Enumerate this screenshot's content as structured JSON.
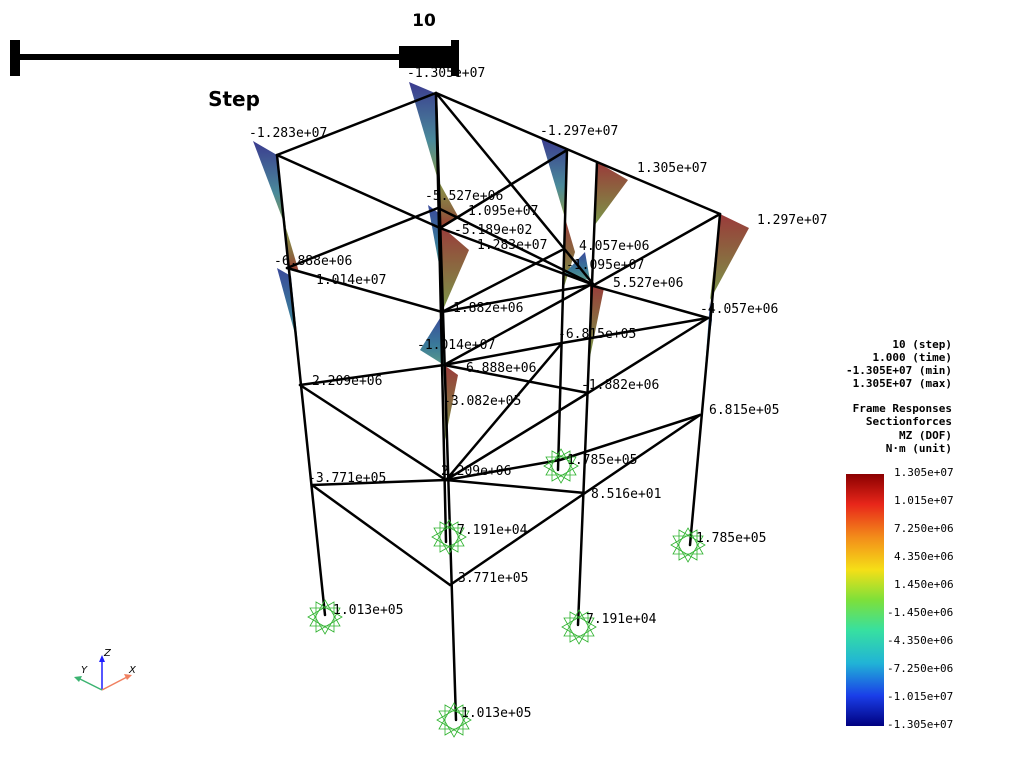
{
  "slider": {
    "value_label": "10",
    "title": "Step",
    "fraction": 1.0
  },
  "legend": {
    "info_lines": [
      "10 (step)",
      "1.000 (time)",
      "-1.305E+07 (min)",
      "1.305E+07 (max)"
    ],
    "title_lines": [
      "Frame Responses",
      "Sectionforces",
      "MZ (DOF)",
      "N·m (unit)"
    ],
    "ticks": [
      "1.305e+07",
      "1.015e+07",
      "7.250e+06",
      "4.350e+06",
      "1.450e+06",
      "-1.450e+06",
      "-4.350e+06",
      "-7.250e+06",
      "-1.015e+07",
      "-1.305e+07"
    ],
    "colors": [
      "#8b0000",
      "#e8261a",
      "#f38c1a",
      "#f5df17",
      "#96e03a",
      "#37e06e",
      "#21b4d6",
      "#1a6ae8",
      "#1a2ee0",
      "#000080"
    ]
  },
  "axes": {
    "x": "X",
    "y": "Y",
    "z": "Z",
    "x_color": "#f08060",
    "y_color": "#3cb371",
    "z_color": "#1e1eff"
  },
  "values": [
    "-1.305e+07",
    "-1.283e+07",
    "-1.297e+07",
    "1.305e+07",
    "1.297e+07",
    "-5.527e+06",
    "1.095e+07",
    "-5.189e+02",
    "1.283e+07",
    "-6.888e+06",
    "1.014e+07",
    "4.057e+06",
    "-1.095e+07",
    "5.527e+06",
    "1.882e+06",
    "-4.057e+06",
    "-6.815e+05",
    "-1.014e+07",
    "6.888e+06",
    "2.209e+06",
    "-3.082e+05",
    "-1.882e+06",
    "6.815e+05",
    "-3.771e+05",
    "2.209e+06",
    "1.785e+05",
    "8.516e+01",
    "7.191e+04",
    "1.785e+05",
    "3.771e+05",
    "1.013e+05",
    "7.191e+04",
    "1.013e+05"
  ]
}
